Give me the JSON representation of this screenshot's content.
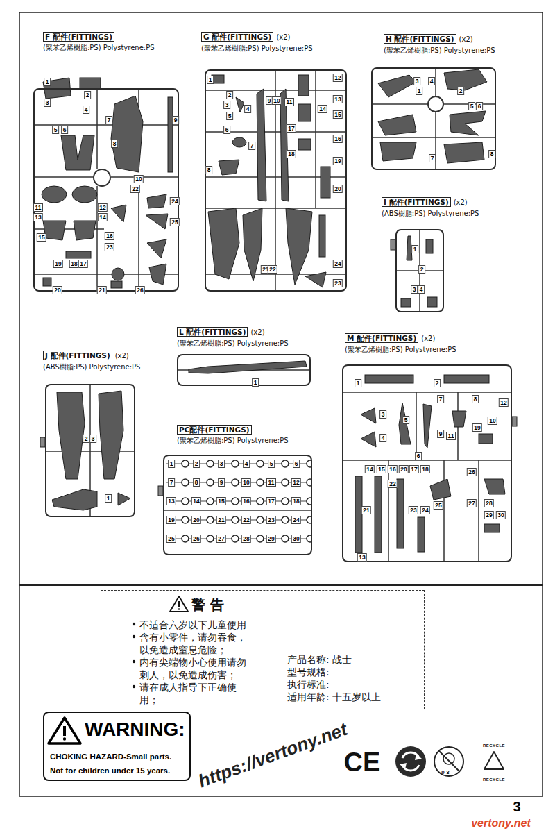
{
  "diagram": {
    "nodes": [
      {
        "text": [
          "F 配件(FITTINGS)",
          "(聚苯乙烯樹脂:PS) Polystyrene:PS"
        ]
      },
      {
        "text": [
          "G 配件(FITTINGS)",
          "(x2)",
          "(聚苯乙烯樹脂:PS) Polystyrene:PS"
        ]
      },
      {
        "text": [
          "H 配件(FITTINGS)",
          "(x2)",
          "(聚苯乙烯樹脂:PS) Polystyrene:PS"
        ]
      },
      {
        "text": [
          "I 配件(FITTINGS)",
          "(x2)",
          "(ABS樹脂:PS) Polystyrene:PS"
        ]
      },
      {
        "text": [
          "L 配件(FITTINGS)",
          "(x2)",
          "(聚苯乙烯樹脂:PS) Polystyrene:PS"
        ]
      },
      {
        "text": [
          "M 配件(FITTINGS)",
          "(x2)",
          "(聚苯乙烯樹脂:PS) Polystyrene:PS"
        ]
      },
      {
        "text": [
          "J 配件(FITTINGS)",
          "(x2)",
          "(ABS樹脂:PS) Polystyrene:PS"
        ]
      },
      {
        "text": [
          "PC配件(FITTINGS)",
          "(聚苯乙烯樹脂:PS) Polystyrene:PS"
        ]
      },
      {
        "text": [
          "警 告",
          "不适合六岁以下儿童使用",
          "含有小零件，请勿吞食， 以免造成窒息危险；",
          "内有尖端物小心使用请勿 刺人，以免造成伤害；",
          "请在成人指导下正确使用；",
          "产品名称: 战士",
          "型号规格:",
          "执行标准:",
          "适用年龄: 十五岁以上"
        ]
      },
      {
        "text": [
          "WARNING:",
          "CHOKING HAZARD-Small parts.",
          "Not for children under 15 years."
        ]
      }
    ],
    "labels": [
      "1",
      "2",
      "3",
      "4",
      "5",
      "6",
      "7",
      "8",
      "9",
      "10",
      "11",
      "12",
      "13",
      "14",
      "15",
      "16",
      "17",
      "18",
      "19",
      "20",
      "21",
      "22",
      "23",
      "24",
      "25",
      "26",
      "1",
      "2",
      "3",
      "4",
      "5",
      "6",
      "7",
      "8",
      "9",
      "10",
      "11",
      "12",
      "13",
      "14",
      "15",
      "16",
      "17",
      "18",
      "19",
      "20",
      "21",
      "22",
      "23",
      "24",
      "1",
      "2",
      "3",
      "4",
      "5",
      "6",
      "7",
      "8",
      "1",
      "2",
      "3",
      "4",
      "1",
      "1",
      "2",
      "3",
      "4",
      "5",
      "6",
      "7",
      "8",
      "9",
      "10",
      "11",
      "12",
      "13",
      "14",
      "15",
      "16",
      "17",
      "18",
      "19",
      "20",
      "21",
      "22",
      "23",
      "24",
      "25",
      "26",
      "27",
      "28",
      "29",
      "30",
      "1",
      "2",
      "3",
      "1",
      "2",
      "3",
      "4",
      "5",
      "6",
      "7",
      "8",
      "9",
      "10",
      "11",
      "12",
      "13",
      "14",
      "15",
      "16",
      "17",
      "18",
      "19",
      "20",
      "21",
      "22",
      "23",
      "24",
      "25",
      "26",
      "27",
      "28",
      "29",
      "30",
      "CE",
      "0-3",
      "RECYCLE",
      "RECYCLE",
      "https://vertony.net",
      "vertony.net",
      "3"
    ]
  }
}
